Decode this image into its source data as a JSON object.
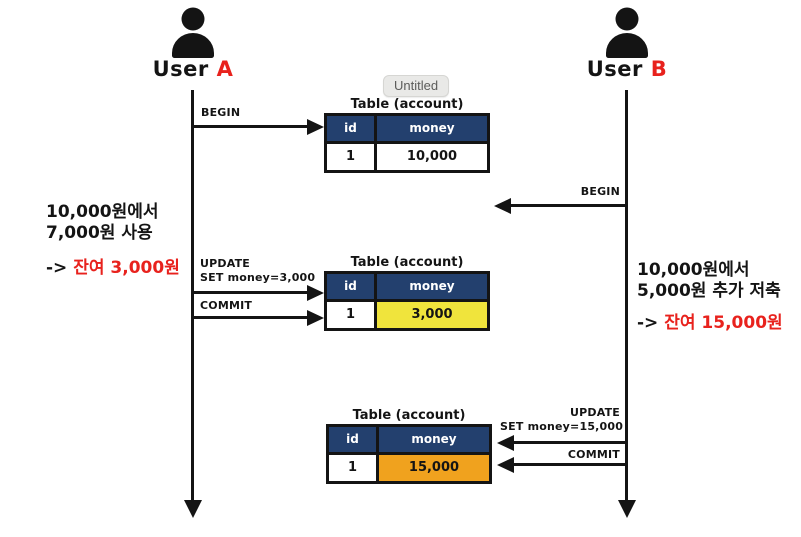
{
  "badge": {
    "label": "Untitled"
  },
  "users": {
    "a": {
      "prefix": "User ",
      "letter": "A"
    },
    "b": {
      "prefix": "User ",
      "letter": "B"
    }
  },
  "tables": [
    {
      "title": "Table (account)",
      "col_id": "id",
      "col_money": "money",
      "row_id": "1",
      "row_money": "10,000",
      "row_money_bg": "#ffffff"
    },
    {
      "title": "Table (account)",
      "col_id": "id",
      "col_money": "money",
      "row_id": "1",
      "row_money": "3,000",
      "row_money_bg": "#f0e43c"
    },
    {
      "title": "Table (account)",
      "col_id": "id",
      "col_money": "money",
      "row_id": "1",
      "row_money": "15,000",
      "row_money_bg": "#f0a21e"
    }
  ],
  "messages": {
    "a_begin": "BEGIN",
    "a_update_line1": "UPDATE",
    "a_update_line2": "SET money=3,000",
    "a_commit": "COMMIT",
    "b_begin": "BEGIN",
    "b_update_line1": "UPDATE",
    "b_update_line2": "SET money=15,000",
    "b_commit": "COMMIT"
  },
  "notes": {
    "a": {
      "line1": "10,000원에서",
      "line2": "7,000원 사용",
      "arrow_prefix": "-> ",
      "result": "잔여 3,000원"
    },
    "b": {
      "line1": "10,000원에서",
      "line2": "5,000원 추가 저축",
      "arrow_prefix": "-> ",
      "result": "잔여 15,000원"
    }
  },
  "colors": {
    "table_header": "#23406e",
    "highlight_yellow": "#f0e43c",
    "highlight_orange": "#f0a21e",
    "accent_red": "#e8221d",
    "line_black": "#141414"
  }
}
